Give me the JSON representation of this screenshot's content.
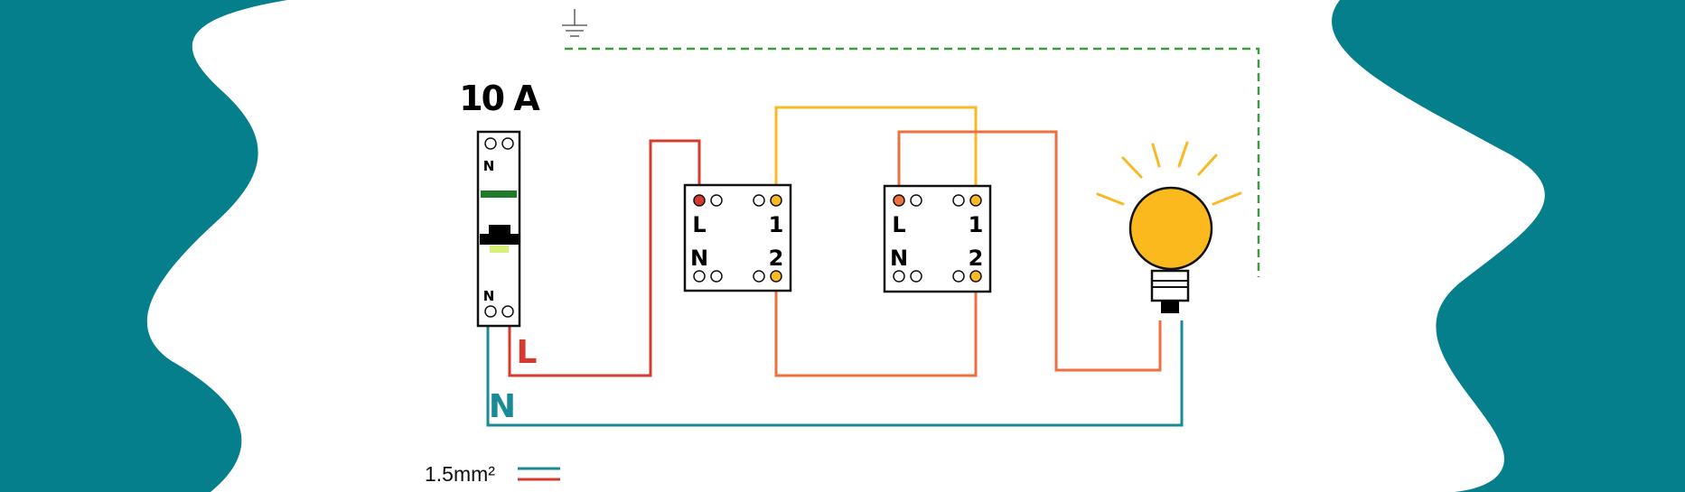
{
  "breaker": {
    "rating_label": "10 A",
    "top_terminal_label": "N",
    "bottom_terminal_label": "N"
  },
  "wire_labels": {
    "live": "L",
    "neutral": "N"
  },
  "switch_1": {
    "label_L": "L",
    "label_1": "1",
    "label_N": "N",
    "label_2": "2"
  },
  "switch_2": {
    "label_L": "L",
    "label_1": "1",
    "label_N": "N",
    "label_2": "2"
  },
  "legend": {
    "cable_section": "1.5mm²"
  },
  "colors": {
    "background": "#067f8c",
    "canvas": "#ffffff",
    "live": "#d63a2e",
    "neutral": "#1a8a97",
    "traveler_yellow": "#f7b924",
    "traveler_orange": "#ee6f3f",
    "earth": "#3a9b3f",
    "bulb": "#fbb91d",
    "breaker_green": "#1f7a2e",
    "breaker_lime": "#d8ef78"
  }
}
